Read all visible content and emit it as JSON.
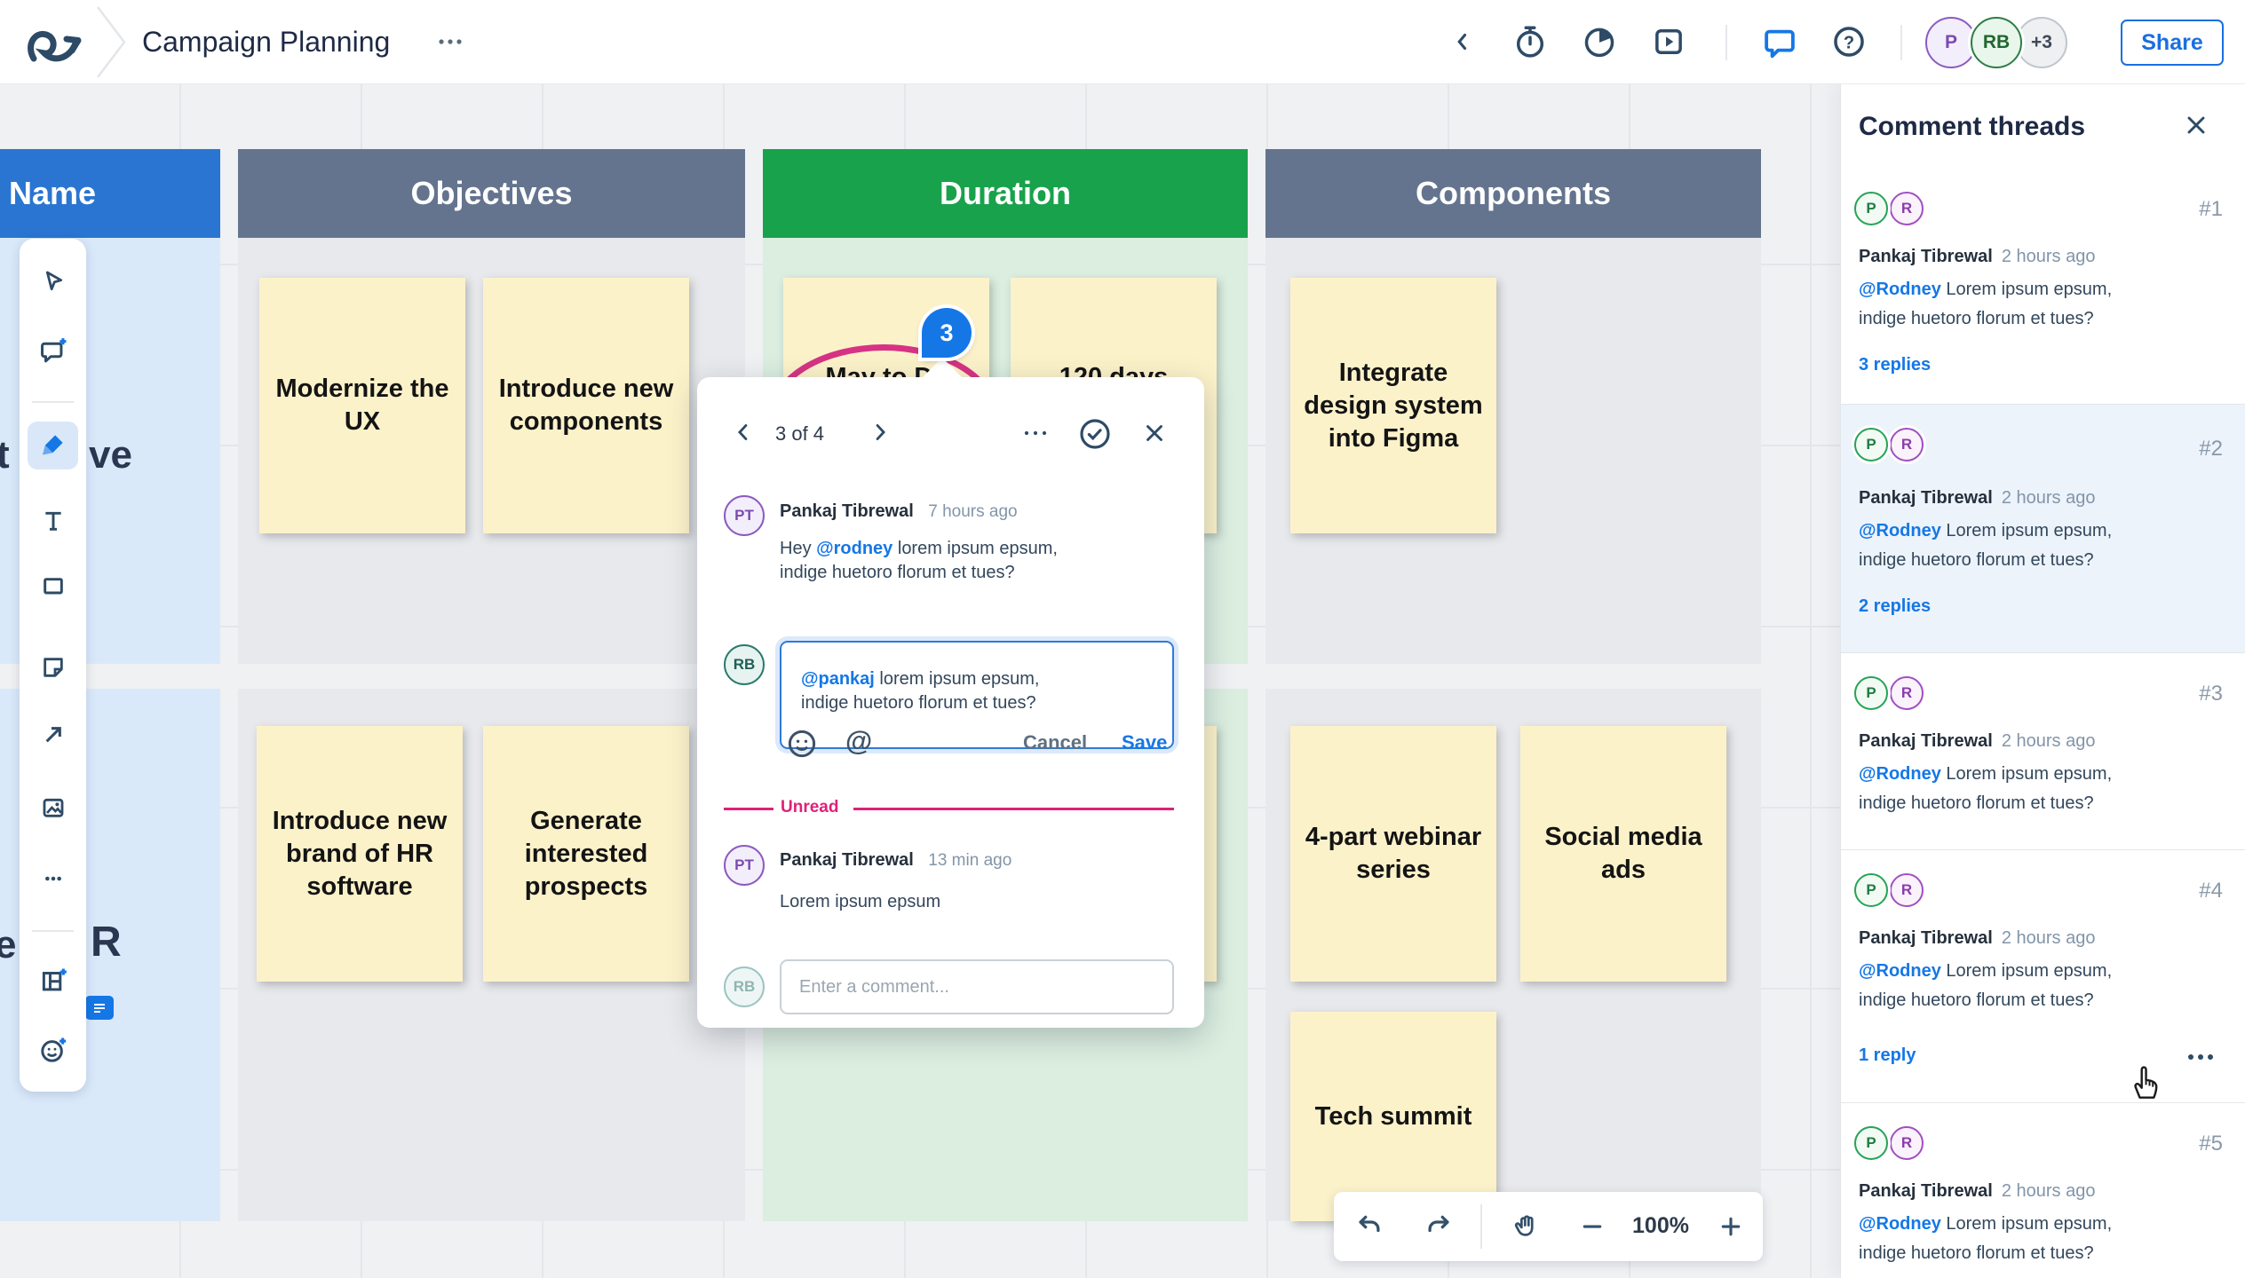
{
  "app": {
    "title": "Campaign Planning",
    "share_label": "Share",
    "collaborators": [
      {
        "initials": "P"
      },
      {
        "initials": "RB"
      },
      {
        "initials": "+3"
      }
    ]
  },
  "board": {
    "columns": [
      "Name",
      "Objectives",
      "Duration",
      "Components"
    ],
    "stickies": [
      {
        "text": "Modernize the UX"
      },
      {
        "text": "Introduce new components"
      },
      {
        "text": "May to De"
      },
      {
        "text": "120 days"
      },
      {
        "text": "Integrate design system into Figma"
      },
      {
        "text": "Introduce new brand of HR software"
      },
      {
        "text": "Generate interested prospects"
      },
      {
        "text": ""
      },
      {
        "text": "4-part webinar series"
      },
      {
        "text": "Social media ads"
      },
      {
        "text": "Tech summit"
      }
    ],
    "name_fragments": {
      "row1_left": "t",
      "row1_right": "ve",
      "row2_left": "e",
      "row2_right": "R"
    },
    "comment_pin_count": "3"
  },
  "popup": {
    "pager": "3 of 4",
    "comments": [
      {
        "initials": "PT",
        "author": "Pankaj Tibrewal",
        "time": "7 hours ago",
        "prefix": "Hey ",
        "mention": "@rodney",
        "text": " lorem ipsum epsum, indige huetoro florum et tues?"
      },
      {
        "initials": "PT",
        "author": "Pankaj Tibrewal",
        "time": "13 min ago",
        "text": "Lorem ipsum epsum"
      }
    ],
    "reply_draft": {
      "initials": "RB",
      "mention": "@pankaj",
      "text": " lorem ipsum epsum, indige huetoro florum et tues?"
    },
    "cancel_label": "Cancel",
    "save_label": "Save",
    "unread_label": "Unread",
    "composer": {
      "initials": "RB",
      "placeholder": "Enter a comment..."
    }
  },
  "panel": {
    "title": "Comment threads",
    "threads": [
      {
        "num": "#1",
        "avatars": [
          "P",
          "R"
        ],
        "author": "Pankaj Tibrewal",
        "time": "2 hours ago",
        "mention": "@Rodney",
        "text": " Lorem ipsum epsum, indige huetoro florum et tues?",
        "replies": "3 replies"
      },
      {
        "num": "#2",
        "avatars": [
          "P",
          "R"
        ],
        "author": "Pankaj Tibrewal",
        "time": "2 hours ago",
        "mention": "@Rodney",
        "text": " Lorem ipsum epsum, indige huetoro florum et tues?",
        "replies": "2 replies"
      },
      {
        "num": "#3",
        "avatars": [
          "P",
          "R"
        ],
        "author": "Pankaj Tibrewal",
        "time": "2 hours ago",
        "mention": "@Rodney",
        "text": " Lorem ipsum epsum, indige huetoro florum et tues?",
        "replies": ""
      },
      {
        "num": "#4",
        "avatars": [
          "P",
          "R"
        ],
        "author": "Pankaj Tibrewal",
        "time": "2 hours ago",
        "mention": "@Rodney",
        "text": " Lorem ipsum epsum, indige huetoro florum et tues?",
        "replies": "1 reply"
      },
      {
        "num": "#5",
        "avatars": [
          "P",
          "R"
        ],
        "author": "Pankaj Tibrewal",
        "time": "2 hours ago",
        "mention": "@Rodney",
        "text": " Lorem ipsum epsum, indige huetoro florum et tues?",
        "replies": ""
      }
    ]
  },
  "zoombar": {
    "zoom_level": "100%"
  },
  "colors": {
    "accent_blue": "#1577e6",
    "name_header": "#2a75d1",
    "slate_header": "#64748e",
    "green_header": "#18a24b",
    "sticky_yellow": "#fcf2ca",
    "unread_pink": "#e02079",
    "annotation_pink": "#d63384",
    "icon_slate": "#2e4b66"
  }
}
